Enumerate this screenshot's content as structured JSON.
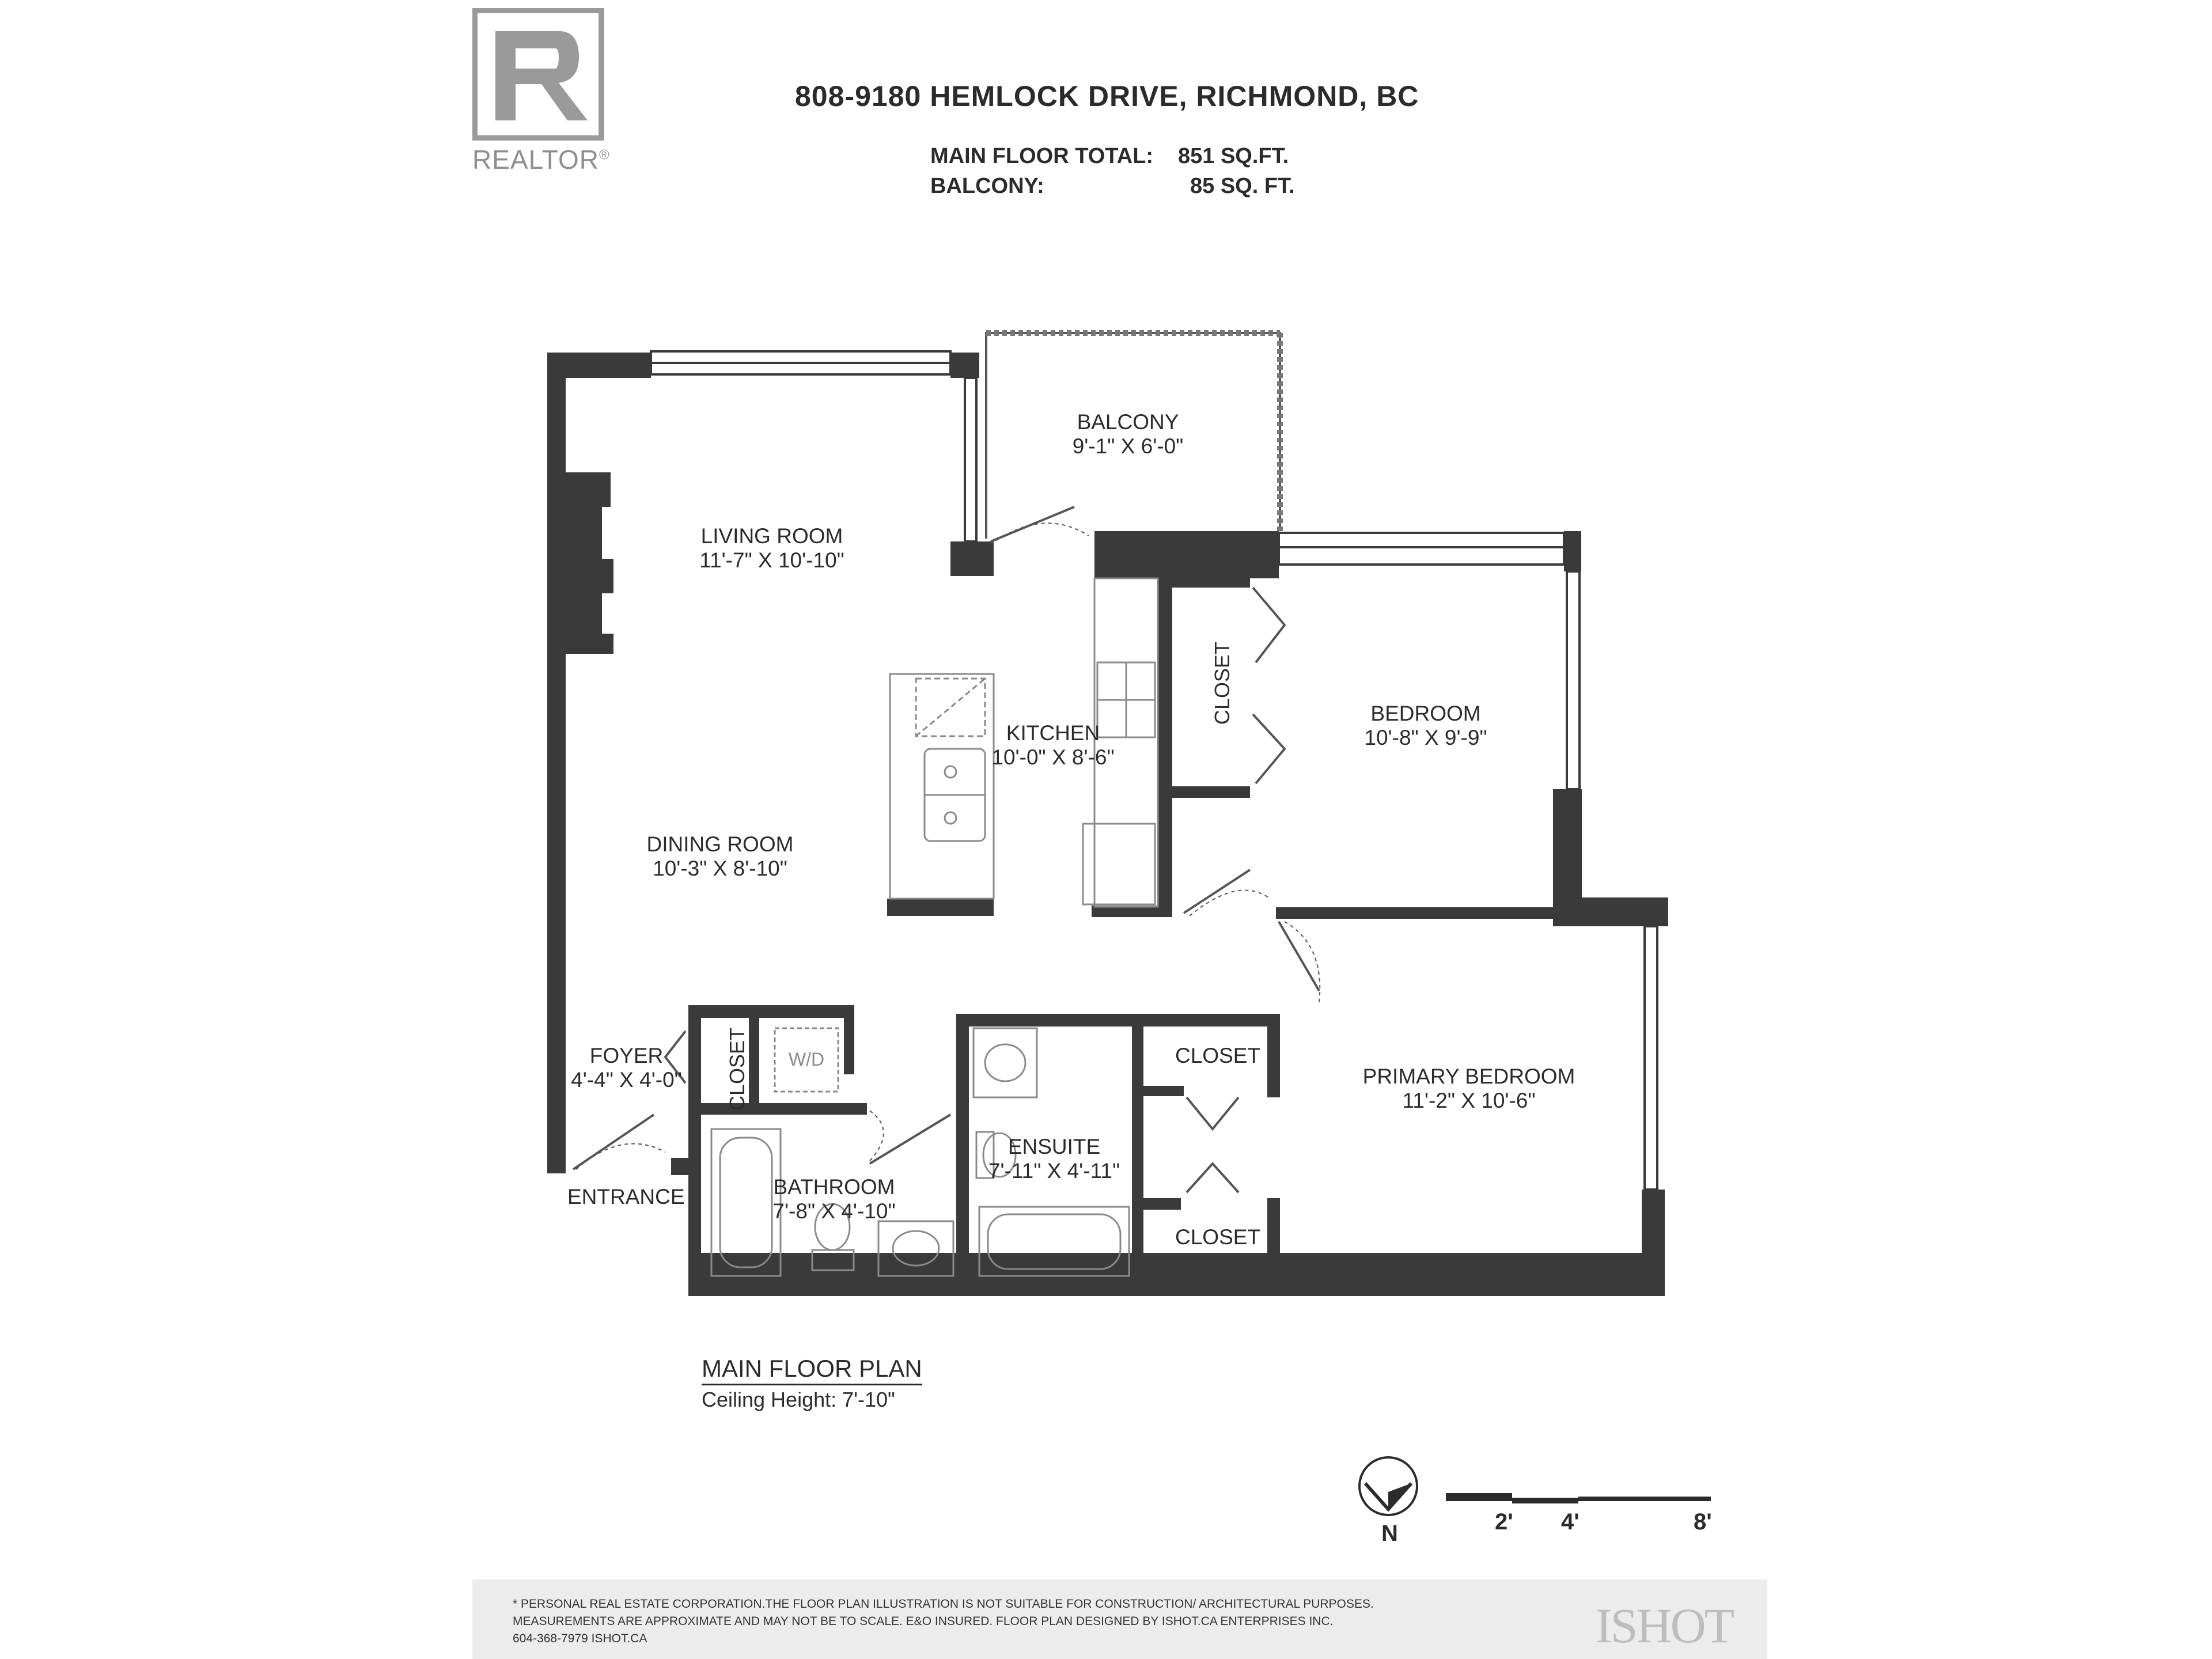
{
  "logo": {
    "word": "REALTOR",
    "letter": "R",
    "mark": "®"
  },
  "header": {
    "address": "808-9180 HEMLOCK DRIVE, RICHMOND, BC",
    "areas": [
      {
        "label": "MAIN FLOOR TOTAL:",
        "value": "851 SQ.FT."
      },
      {
        "label": "BALCONY:",
        "value": "85 SQ. FT."
      }
    ]
  },
  "rooms": {
    "balcony": {
      "name": "BALCONY",
      "dims": "9'-1\" X 6'-0\""
    },
    "living": {
      "name": "LIVING ROOM",
      "dims": "11'-7\" X 10'-10\""
    },
    "kitchen": {
      "name": "KITCHEN",
      "dims": "10'-0\" X 8'-6\""
    },
    "dining": {
      "name": "DINING ROOM",
      "dims": "10'-3\" X 8'-10\""
    },
    "bedroom": {
      "name": "BEDROOM",
      "dims": "10'-8\" X 9'-9\""
    },
    "primary": {
      "name": "PRIMARY BEDROOM",
      "dims": "11'-2\" X 10'-6\""
    },
    "foyer": {
      "name": "FOYER",
      "dims": "4'-4\" X 4'-0\""
    },
    "bathroom": {
      "name": "BATHROOM",
      "dims": "7'-8\" X 4'-10\""
    },
    "ensuite": {
      "name": "ENSUITE",
      "dims": "7'-11\" X 4'-11\""
    }
  },
  "labels": {
    "closet": "CLOSET",
    "wd": "W/D",
    "entrance": "ENTRANCE"
  },
  "plan": {
    "title": "MAIN FLOOR PLAN",
    "ceiling": "Ceiling Height: 7'-10\""
  },
  "scale": {
    "ticks": [
      "2'",
      "4'",
      "8'"
    ],
    "north": "N"
  },
  "footer": {
    "disclaimer": "* PERSONAL REAL ESTATE CORPORATION.THE FLOOR PLAN ILLUSTRATION IS NOT SUITABLE FOR CONSTRUCTION/ ARCHITECTURAL PURPOSES.\nMEASUREMENTS ARE APPROXIMATE AND MAY NOT BE TO SCALE. E&O INSURED. FLOOR PLAN DESIGNED BY ISHOT.CA ENTERPRISES INC.\n604-368-7979  ISHOT.CA",
    "brand": "ISHOT"
  },
  "colors": {
    "wall": "#3a3a3a",
    "fixture": "#9a9a9a",
    "text": "#2b2b2b",
    "footer_bg": "#ececec"
  }
}
